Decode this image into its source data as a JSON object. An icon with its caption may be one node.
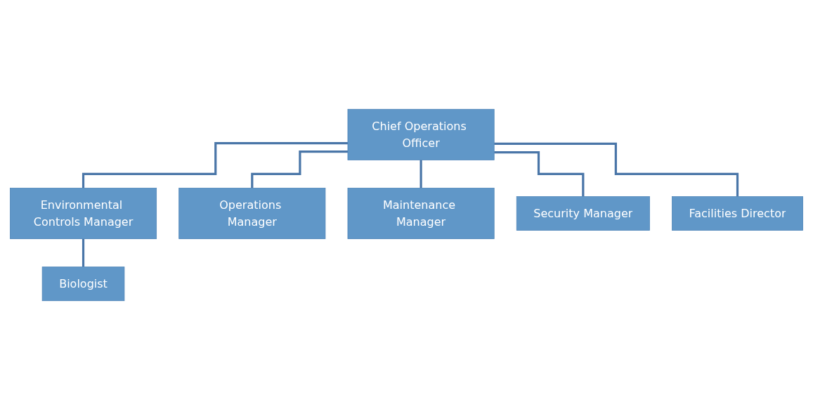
{
  "diagram": {
    "nodes": [
      {
        "text": [
          "Chief Operations Officer"
        ]
      },
      {
        "text": [
          "Environmental Controls Manager"
        ]
      },
      {
        "text": [
          "Biologist"
        ]
      },
      {
        "text": [
          "Operations Manager"
        ]
      },
      {
        "text": [
          "Maintenance Manager"
        ]
      },
      {
        "text": [
          "Security Manager"
        ]
      },
      {
        "text": [
          "Facilities Director"
        ]
      }
    ],
    "edges": [
      {
        "from": 0,
        "to": 1,
        "arrow": "none"
      },
      {
        "from": 1,
        "to": 2,
        "arrow": "none"
      },
      {
        "from": 0,
        "to": 3,
        "arrow": "none"
      },
      {
        "from": 0,
        "to": 4,
        "arrow": "none"
      },
      {
        "from": 0,
        "to": 5,
        "arrow": "none"
      },
      {
        "from": 0,
        "to": 6,
        "arrow": "none"
      }
    ]
  }
}
